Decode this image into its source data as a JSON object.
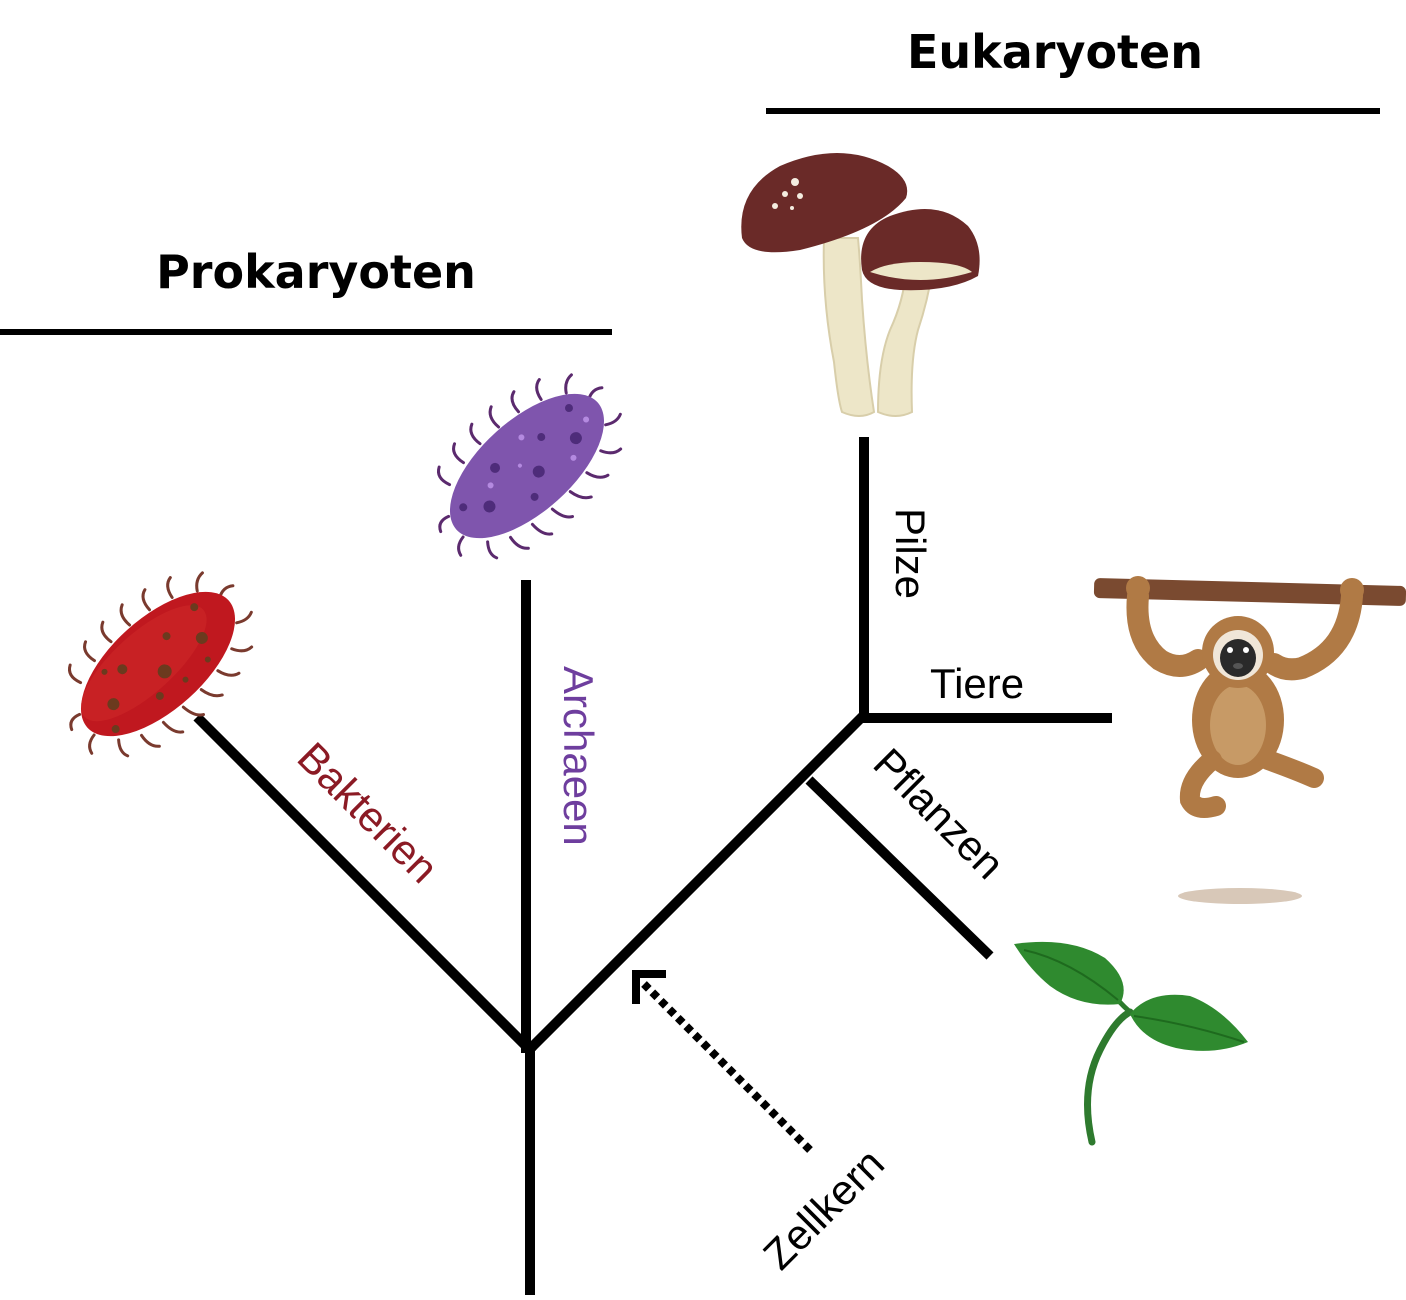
{
  "groups": {
    "prokaryotes": "Prokaryoten",
    "eukaryotes": "Eukaryoten"
  },
  "branches": {
    "bacteria": "Bakterien",
    "archaea": "Archaeen",
    "fungi": "Pilze",
    "animals": "Tiere",
    "plants": "Pflanzen"
  },
  "event": {
    "nucleus": "Zellkern"
  },
  "colors": {
    "bacteria_label": "#8b1a24",
    "archaea_label": "#6e3e9e",
    "text": "#000000",
    "bacterium_body": "#c0181f",
    "archaeon_body": "#7f55ad",
    "mushroom_cap": "#6a2a28",
    "leaf": "#2e8b2e",
    "monkey_fur": "#b07a45"
  },
  "icons": {
    "bacterium": "bacterium-icon",
    "archaeon": "archaeon-icon",
    "mushroom": "mushroom-icon",
    "monkey": "gibbon-icon",
    "sprout": "sprout-icon"
  }
}
